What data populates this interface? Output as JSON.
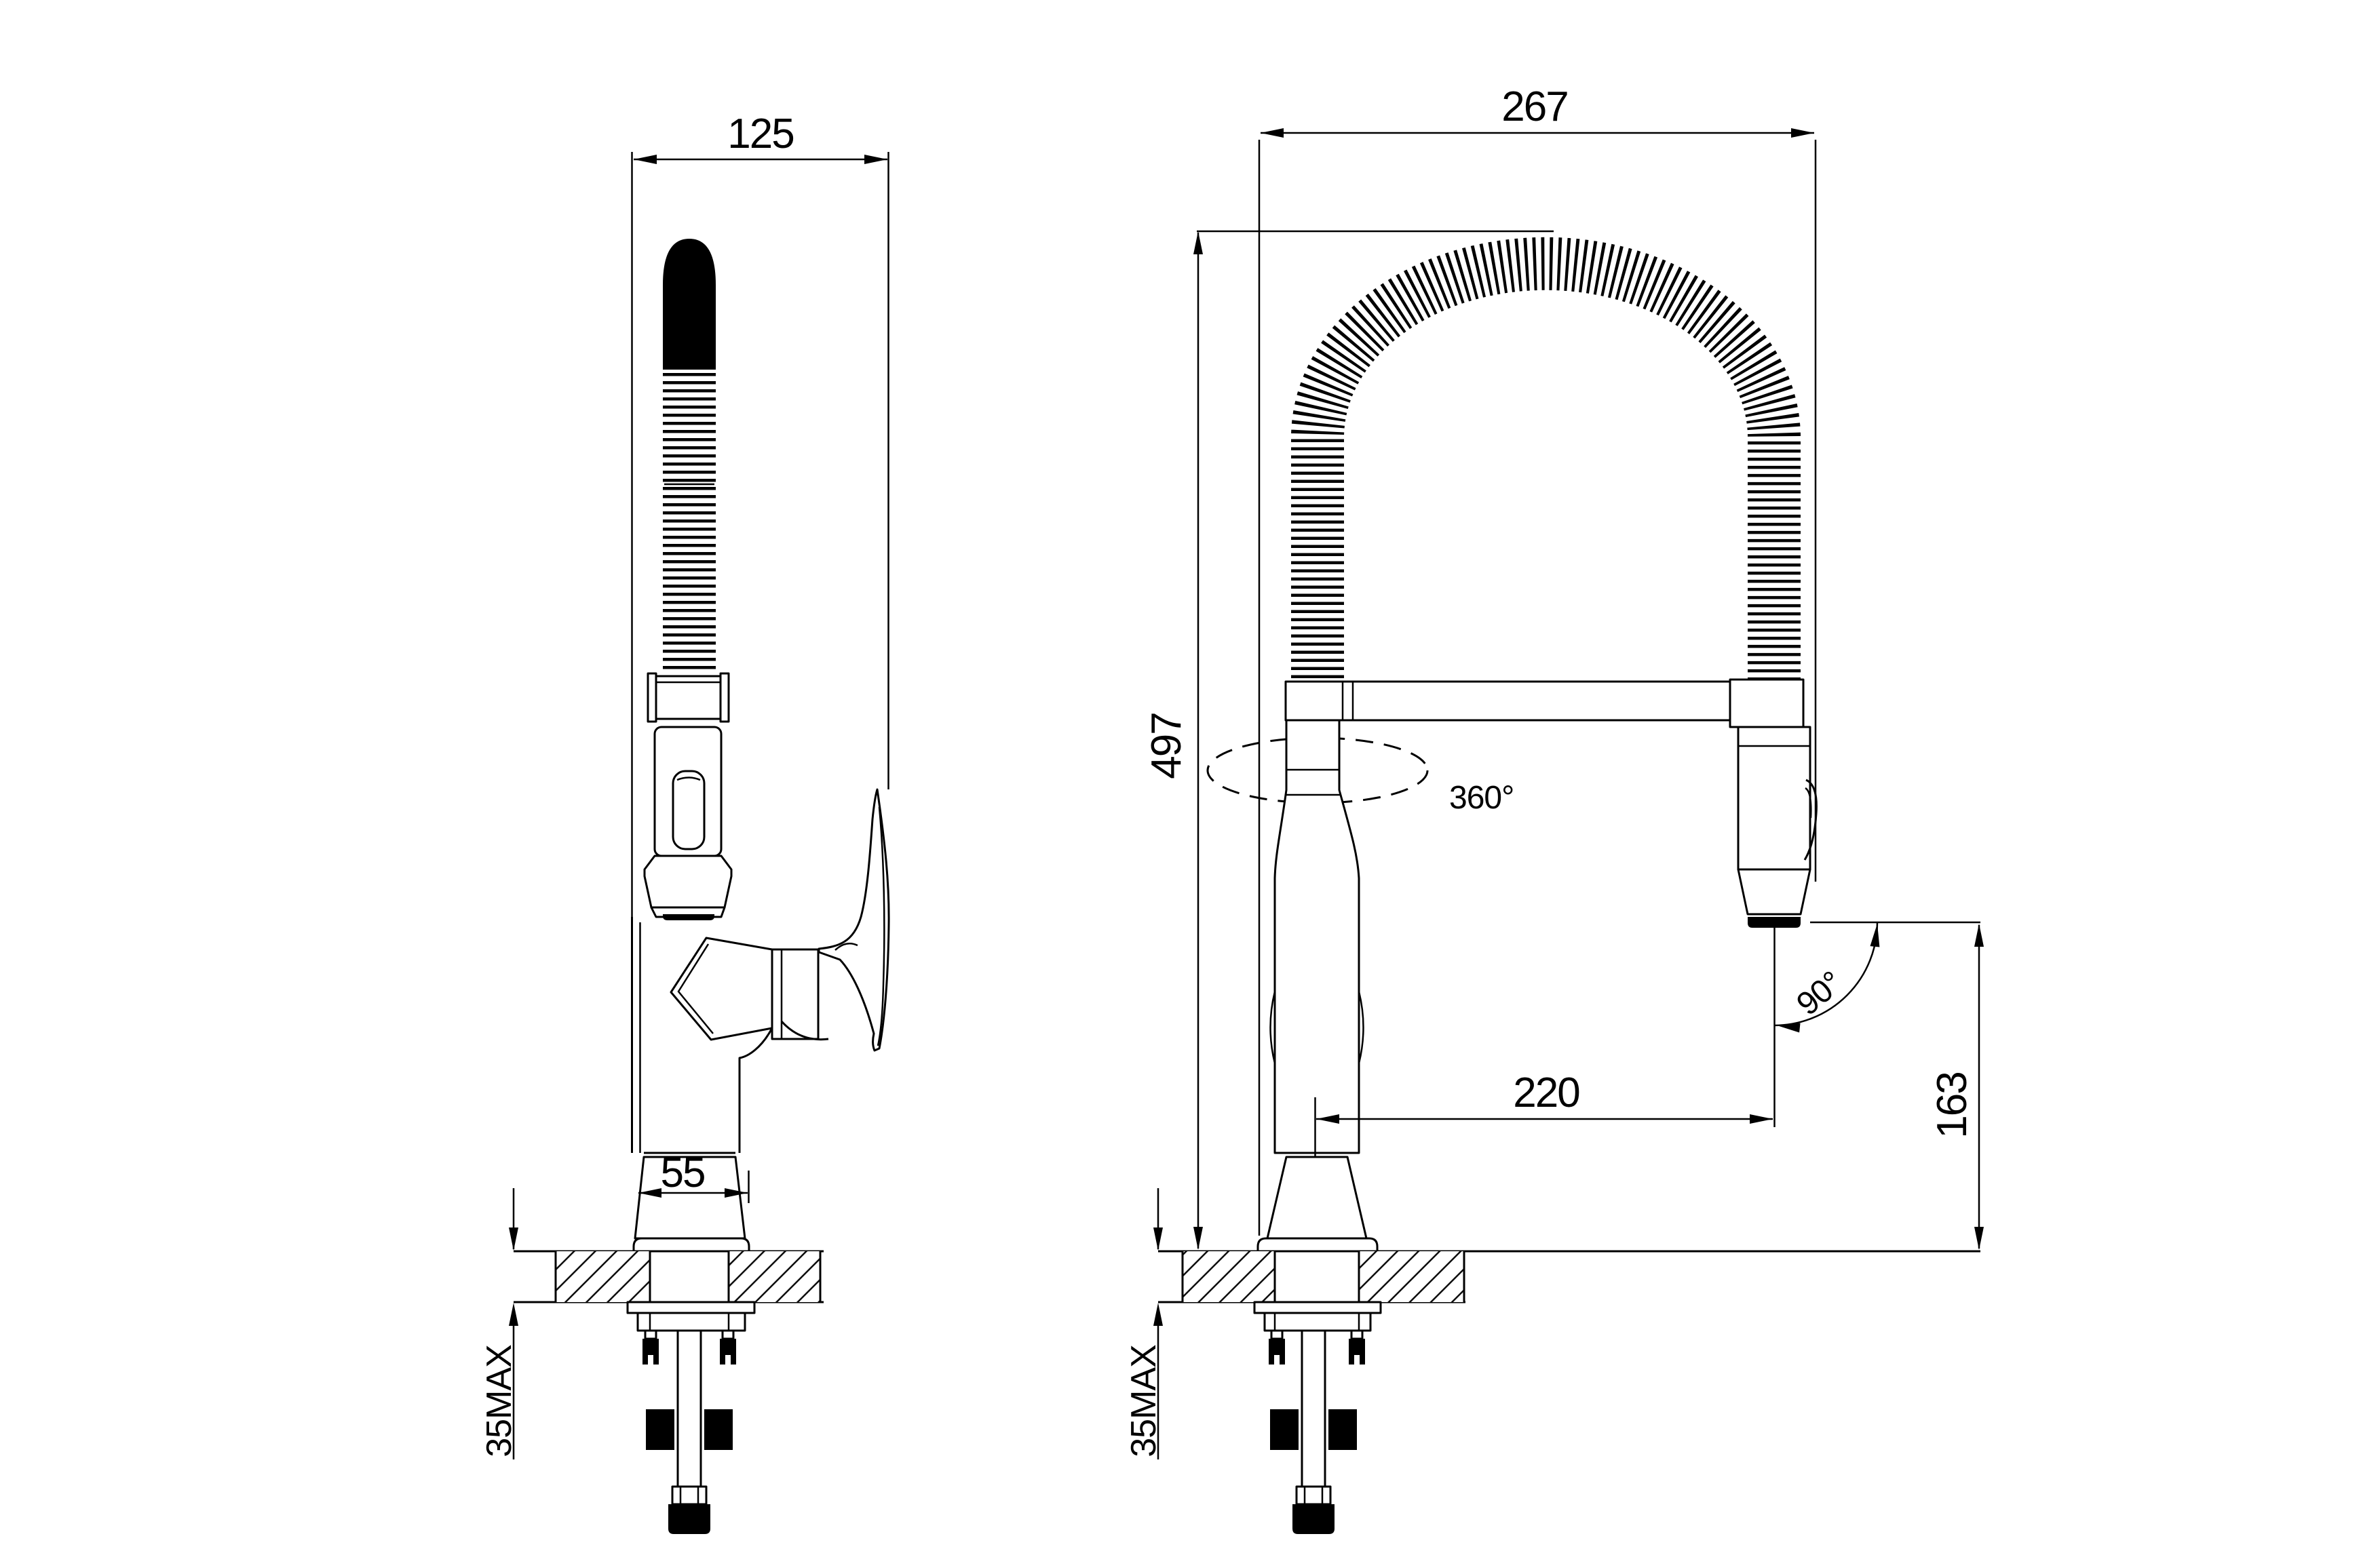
{
  "drawing": {
    "background_color": "#ffffff",
    "line_color": "#000000",
    "side_view": {
      "dimensions": {
        "overall_depth": "125",
        "base_width": "55",
        "deck_thickness_max": "35MAX"
      }
    },
    "front_view": {
      "dimensions": {
        "overall_width": "267",
        "height_above_deck": "497",
        "spout_reach": "220",
        "outlet_height": "163",
        "deck_thickness_max": "35MAX",
        "swivel_angle": "360°",
        "sprayer_swing_angle": "90°"
      }
    }
  }
}
